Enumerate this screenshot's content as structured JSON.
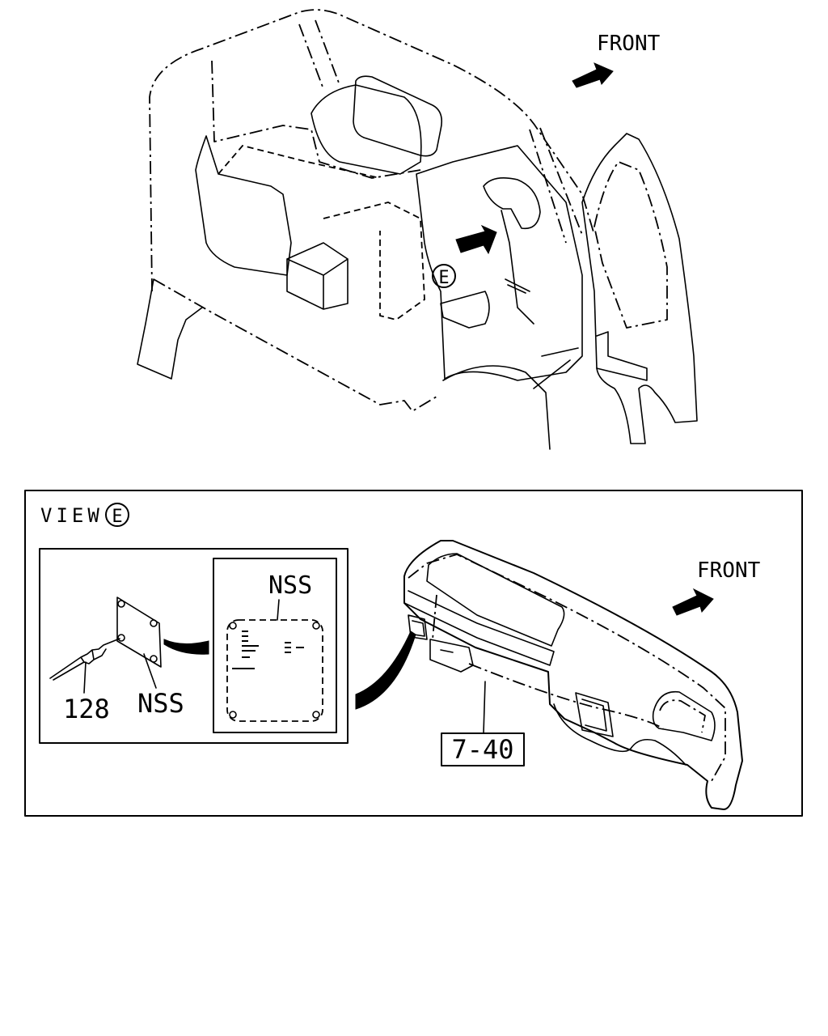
{
  "upper_view": {
    "front_label": "FRONT",
    "view_marker": "E"
  },
  "detail_view": {
    "title_prefix": "VIEW",
    "title_marker": "E",
    "front_label": "FRONT",
    "callouts": {
      "bolt_number": "128",
      "plate_part": "NSS",
      "label_part": "NSS",
      "panel_ref": "7-40"
    }
  }
}
